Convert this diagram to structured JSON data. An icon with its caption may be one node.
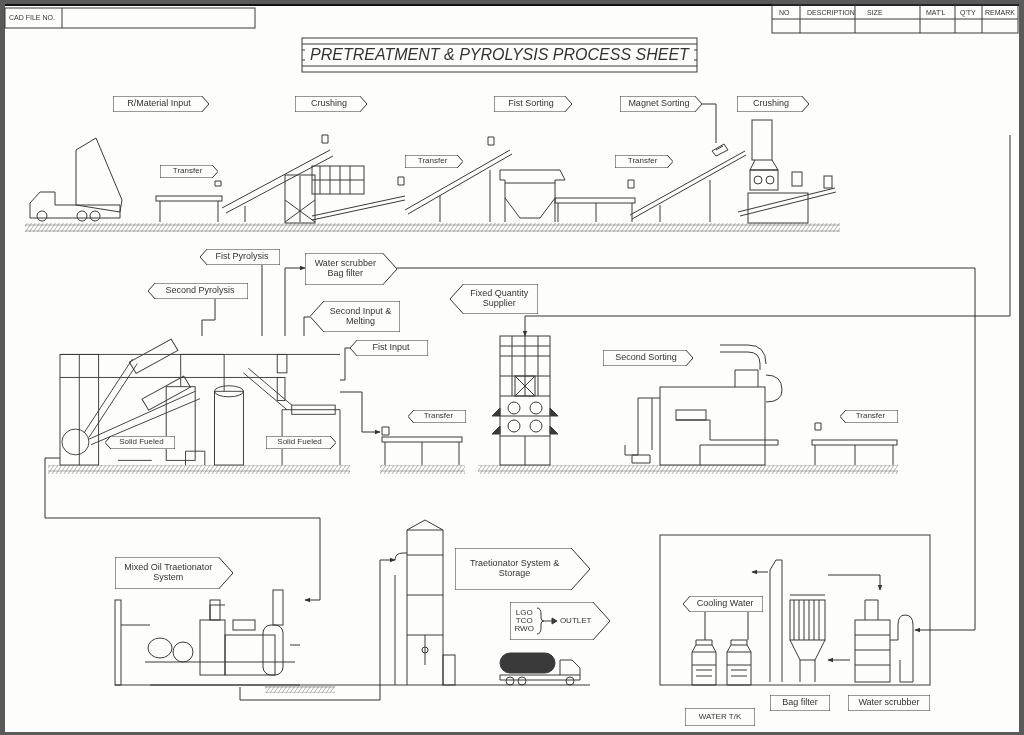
{
  "diagram": {
    "title": "PRETREATMENT & PYROLYSIS PROCESS SHEET",
    "nodes": [
      {
        "text": [
          "R/Material Input"
        ]
      },
      {
        "text": [
          "Crushing"
        ]
      },
      {
        "text": [
          "Fist Sorting"
        ]
      },
      {
        "text": [
          "Magnet Sorting"
        ]
      },
      {
        "text": [
          "Crushing"
        ]
      },
      {
        "text": [
          "Transfer"
        ]
      },
      {
        "text": [
          "Transfer"
        ]
      },
      {
        "text": [
          "Transfer"
        ]
      },
      {
        "text": [],
        "shape": "picture"
      },
      {
        "text": [
          "Fist Pyrolysis"
        ]
      },
      {
        "text": [
          "Water scrubber Bag filter"
        ]
      },
      {
        "text": [
          "Second Pyrolysis"
        ]
      },
      {
        "text": [
          "Fixed Quantity Supplier"
        ]
      },
      {
        "text": [
          "Second Input & Melting"
        ]
      },
      {
        "text": [
          "Fist Input"
        ]
      },
      {
        "text": [
          "Second Sorting"
        ]
      },
      {
        "text": [
          "Transfer"
        ]
      },
      {
        "text": [
          "Transfer"
        ]
      },
      {
        "text": [
          "Solid Fueled"
        ],
        "in": 8
      },
      {
        "text": [
          "Solid Fueled"
        ],
        "in": 8
      },
      {
        "text": [
          "Mixed Oil Traetionator System"
        ]
      },
      {
        "text": [
          "Traetionator System & Storage"
        ]
      },
      {
        "text": [
          "LGO",
          "TCO",
          "RWO",
          "OUTLET"
        ]
      },
      {
        "text": [
          "Cooling Water"
        ]
      },
      {
        "text": [
          "WATER T/K"
        ]
      },
      {
        "text": [
          "Bag filter"
        ]
      },
      {
        "text": [
          "Water scrubber"
        ]
      },
      {
        "text": [],
        "shape": "picture"
      },
      {
        "text": [],
        "shape": "picture"
      },
      {
        "text": [],
        "shape": "picture"
      },
      {
        "text": [],
        "shape": "picture"
      },
      {
        "text": [],
        "shape": "picture"
      },
      {
        "text": [],
        "shape": "picture"
      },
      {
        "text": [],
        "shape": "picture"
      },
      {
        "text": [],
        "shape": "picture"
      },
      {
        "text": [],
        "shape": "picture"
      },
      {
        "text": [],
        "shape": "picture"
      }
    ],
    "edges": [
      {
        "from": 3,
        "to": 36,
        "arrow": "none"
      },
      {
        "from": 9,
        "to": 8,
        "arrow": "none"
      },
      {
        "from": 11,
        "to": 8,
        "arrow": "none"
      },
      {
        "from": 8,
        "to": 10,
        "arrow": "to"
      },
      {
        "from": 13,
        "to": 8,
        "arrow": "none"
      },
      {
        "from": 14,
        "to": 8,
        "arrow": "none"
      },
      {
        "from": 10,
        "to": 35,
        "arrow": "to"
      },
      {
        "from": null,
        "to": 28,
        "arrow": "to"
      },
      {
        "from": 8,
        "to": 29,
        "arrow": "to"
      },
      {
        "from": 29,
        "to": 30,
        "arrow": "to"
      },
      {
        "from": 8,
        "to": 27,
        "arrow": "to"
      },
      {
        "from": 23,
        "to": 32,
        "arrow": "none"
      },
      {
        "from": 23,
        "to": 33,
        "arrow": "none"
      },
      {
        "from": 34,
        "to": 35,
        "arrow": "to"
      },
      {
        "from": 35,
        "to": 34,
        "arrow": "to"
      },
      {
        "from": 34,
        "to": null,
        "arrow": "to"
      }
    ],
    "labels": [
      "CAD FILE NO.",
      "NO",
      "DESCRIPTION",
      "SIZE",
      "MAT'L",
      "Q'TY",
      "REMARK"
    ]
  }
}
